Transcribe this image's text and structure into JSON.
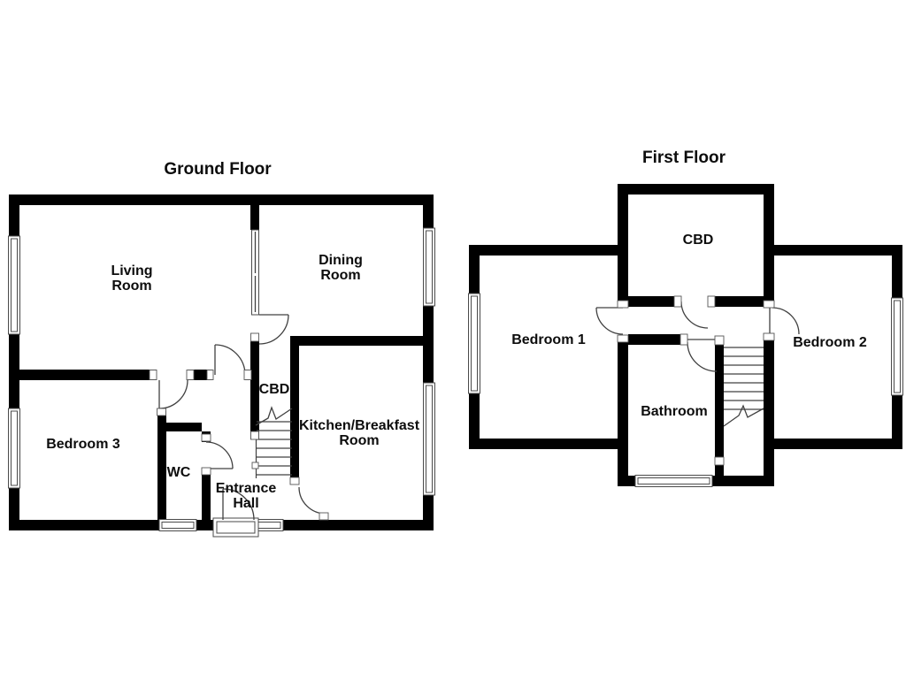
{
  "diagram": {
    "type": "floor-plan",
    "wall_color": "#000000",
    "line_color": "#404040",
    "background": "#ffffff"
  },
  "ground_floor": {
    "title": "Ground Floor",
    "rooms": {
      "living": {
        "line1": "Living",
        "line2": "Room"
      },
      "dining": {
        "line1": "Dining",
        "line2": "Room"
      },
      "bedroom3": {
        "label": "Bedroom 3"
      },
      "wc": {
        "label": "WC"
      },
      "cbd": {
        "label": "CBD"
      },
      "entrance": {
        "line1": "Entrance",
        "line2": "Hall"
      },
      "kitchen": {
        "line1": "Kitchen/Breakfast",
        "line2": "Room"
      }
    }
  },
  "first_floor": {
    "title": "First Floor",
    "rooms": {
      "cbd": {
        "label": "CBD"
      },
      "bedroom1": {
        "label": "Bedroom 1"
      },
      "bedroom2": {
        "label": "Bedroom 2"
      },
      "bathroom": {
        "label": "Bathroom"
      }
    }
  }
}
